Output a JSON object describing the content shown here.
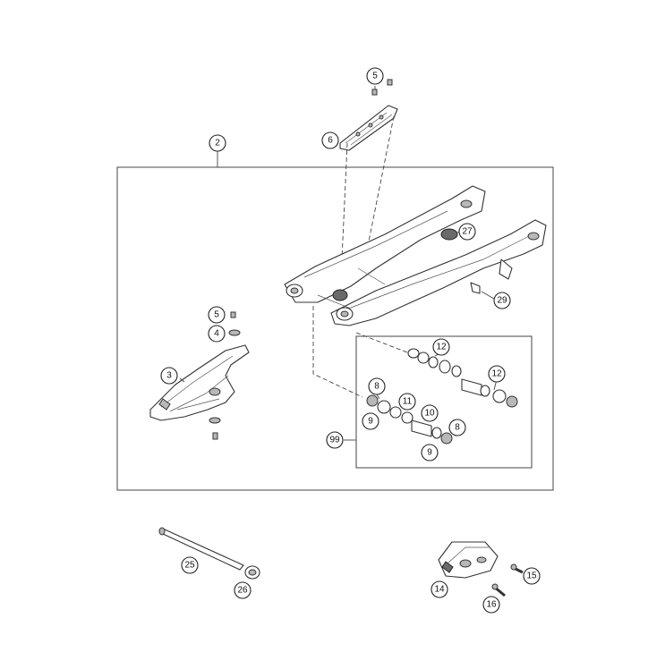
{
  "callouts": {
    "c2": "2",
    "c5_top": "5",
    "c6": "6",
    "c27": "27",
    "c29": "29",
    "c5_left": "5",
    "c4": "4",
    "c3": "3",
    "c12_a": "12",
    "c12_b": "12",
    "c8_a": "8",
    "c11": "11",
    "c9_a": "9",
    "c10": "10",
    "c8_b": "8",
    "c9_b": "9",
    "c99": "99",
    "c25": "25",
    "c26": "26",
    "c14": "14",
    "c15": "15",
    "c16": "16"
  }
}
